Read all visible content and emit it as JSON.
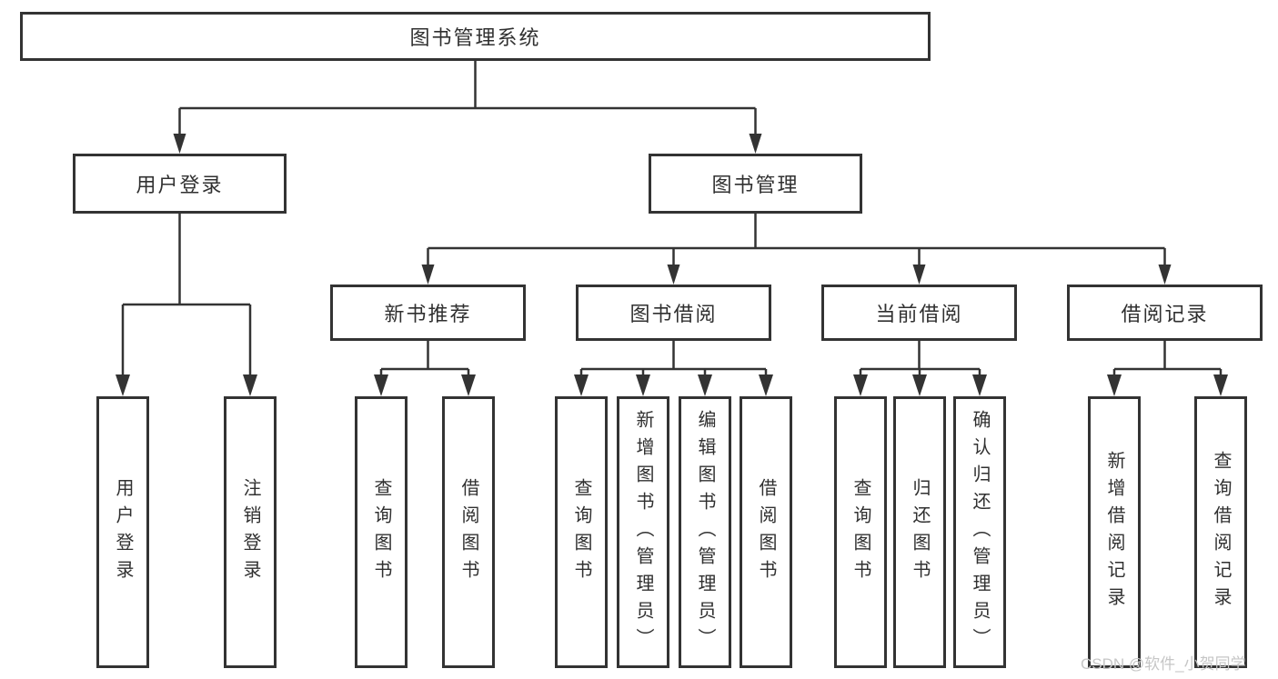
{
  "diagram": {
    "root": {
      "label": "图书管理系统"
    },
    "level2": {
      "user_login": {
        "label": "用户登录"
      },
      "book_mgmt": {
        "label": "图书管理"
      }
    },
    "level3": {
      "new_books": {
        "label": "新书推荐"
      },
      "book_borrow": {
        "label": "图书借阅"
      },
      "current_borrow": {
        "label": "当前借阅"
      },
      "borrow_records": {
        "label": "借阅记录"
      }
    },
    "leaves": {
      "login_user_login": {
        "label": "用户登录"
      },
      "login_logout": {
        "label": "注销登录"
      },
      "nb_query_books": {
        "label": "查询图书"
      },
      "nb_borrow_books": {
        "label": "借阅图书"
      },
      "bb_query_books": {
        "label": "查询图书"
      },
      "bb_add_books_admin": {
        "label": "新增图书（管理员）"
      },
      "bb_edit_books_admin": {
        "label": "编辑图书（管理员）"
      },
      "bb_borrow_books": {
        "label": "借阅图书"
      },
      "cb_query_books": {
        "label": "查询图书"
      },
      "cb_return_books": {
        "label": "归还图书"
      },
      "cb_confirm_return_admin": {
        "label": "确认归还（管理员）"
      },
      "br_add_record": {
        "label": "新增借阅记录"
      },
      "br_query_record": {
        "label": "查询借阅记录"
      }
    }
  },
  "watermark": {
    "text": "CSDN @软件_小贺同学"
  },
  "colors": {
    "line": "#333333",
    "text": "#303030",
    "watermark": "#c6c6c6",
    "background": "#ffffff"
  }
}
